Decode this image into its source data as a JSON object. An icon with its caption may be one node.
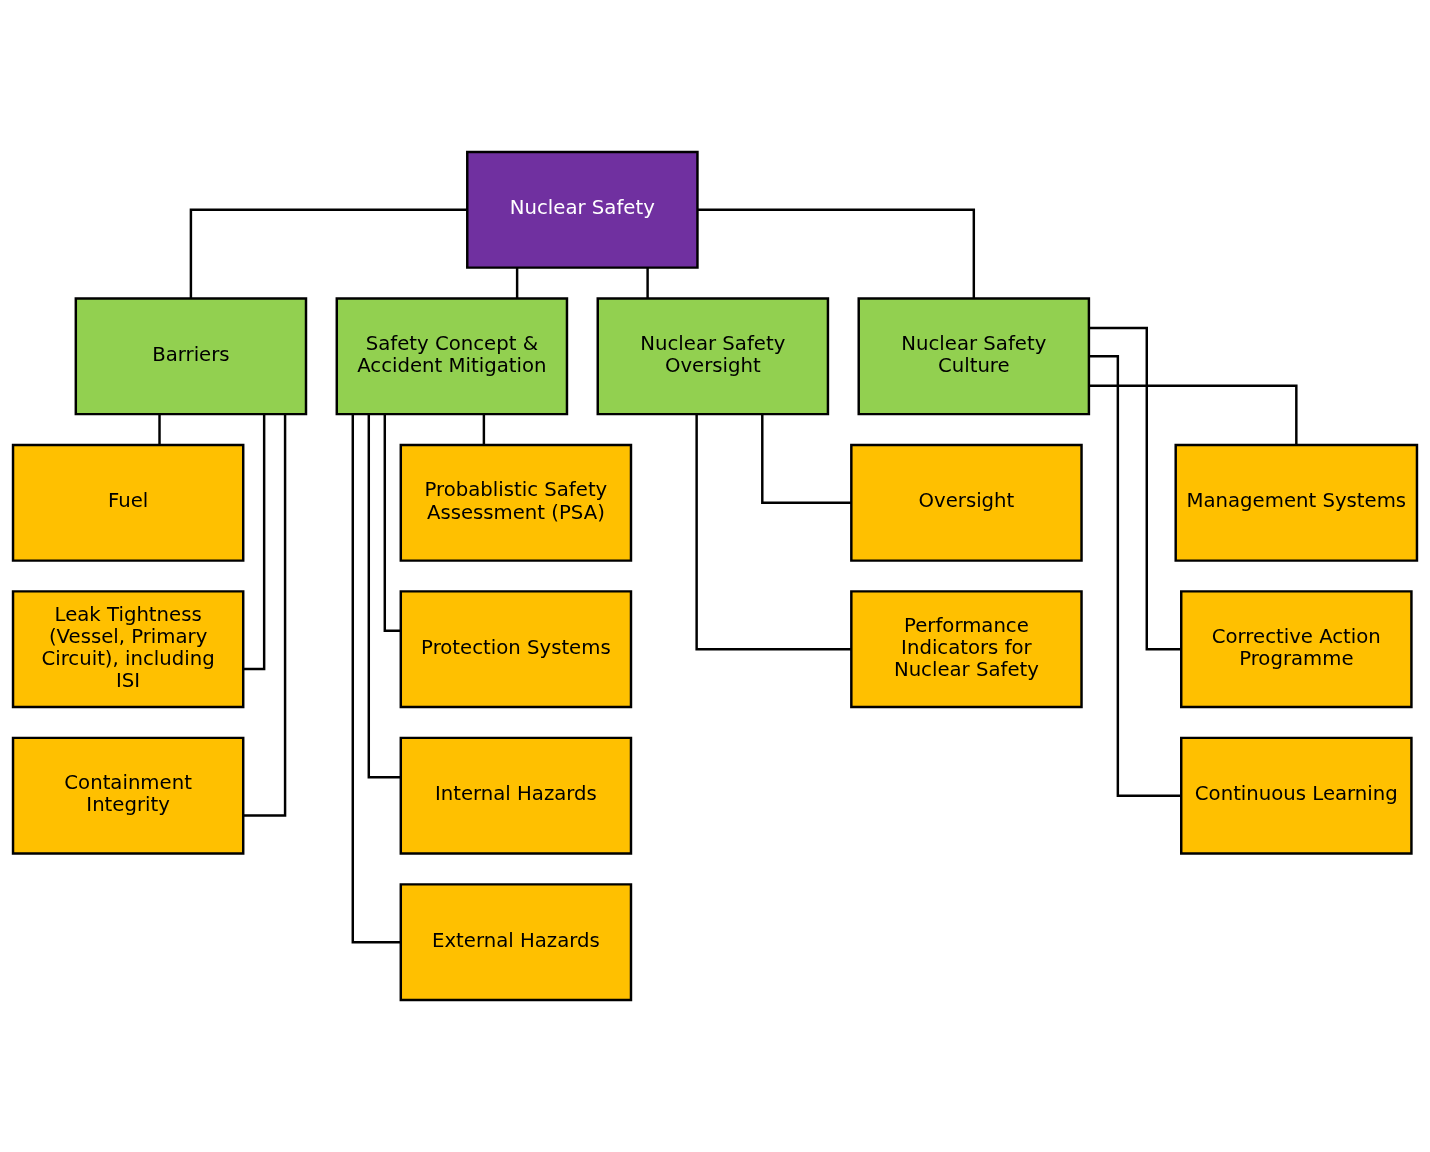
{
  "diagram": {
    "nodes": [
      {
        "text": [
          "Nuclear Safety"
        ]
      },
      {
        "text": [
          "Barriers"
        ]
      },
      {
        "text": [
          "Safety Concept & Accident Mitigation"
        ]
      },
      {
        "text": [
          "Nuclear Safety Oversight"
        ]
      },
      {
        "text": [
          "Nuclear Safety Culture"
        ]
      },
      {
        "text": [
          "Fuel"
        ]
      },
      {
        "text": [
          "Leak Tightness (Vessel, Primary Circuit), including ISI"
        ]
      },
      {
        "text": [
          "Containment Integrity"
        ]
      },
      {
        "text": [
          "Probablistic Safety Assessment (PSA)"
        ]
      },
      {
        "text": [
          "Protection Systems"
        ]
      },
      {
        "text": [
          "Internal Hazards"
        ]
      },
      {
        "text": [
          "External Hazards"
        ]
      },
      {
        "text": [
          "Oversight"
        ]
      },
      {
        "text": [
          "Performance Indicators for Nuclear Safety"
        ]
      },
      {
        "text": [
          "Management Systems"
        ]
      },
      {
        "text": [
          "Corrective Action Programme"
        ]
      },
      {
        "text": [
          "Continuous Learning"
        ]
      }
    ],
    "edges": [
      {
        "from": 0,
        "to": 1,
        "arrow": "none"
      },
      {
        "from": 0,
        "to": 2,
        "arrow": "none"
      },
      {
        "from": 0,
        "to": 3,
        "arrow": "none"
      },
      {
        "from": 0,
        "to": 4,
        "arrow": "none"
      },
      {
        "from": 1,
        "to": 5,
        "arrow": "none"
      },
      {
        "from": 1,
        "to": 6,
        "arrow": "none"
      },
      {
        "from": 1,
        "to": 7,
        "arrow": "none"
      },
      {
        "from": 2,
        "to": 8,
        "arrow": "none"
      },
      {
        "from": 2,
        "to": 9,
        "arrow": "none"
      },
      {
        "from": 2,
        "to": 10,
        "arrow": "none"
      },
      {
        "from": 2,
        "to": 11,
        "arrow": "none"
      },
      {
        "from": 3,
        "to": 12,
        "arrow": "none"
      },
      {
        "from": 3,
        "to": 13,
        "arrow": "none"
      },
      {
        "from": 4,
        "to": 14,
        "arrow": "none"
      },
      {
        "from": 4,
        "to": 15,
        "arrow": "none"
      },
      {
        "from": 4,
        "to": 16,
        "arrow": "none"
      }
    ]
  }
}
